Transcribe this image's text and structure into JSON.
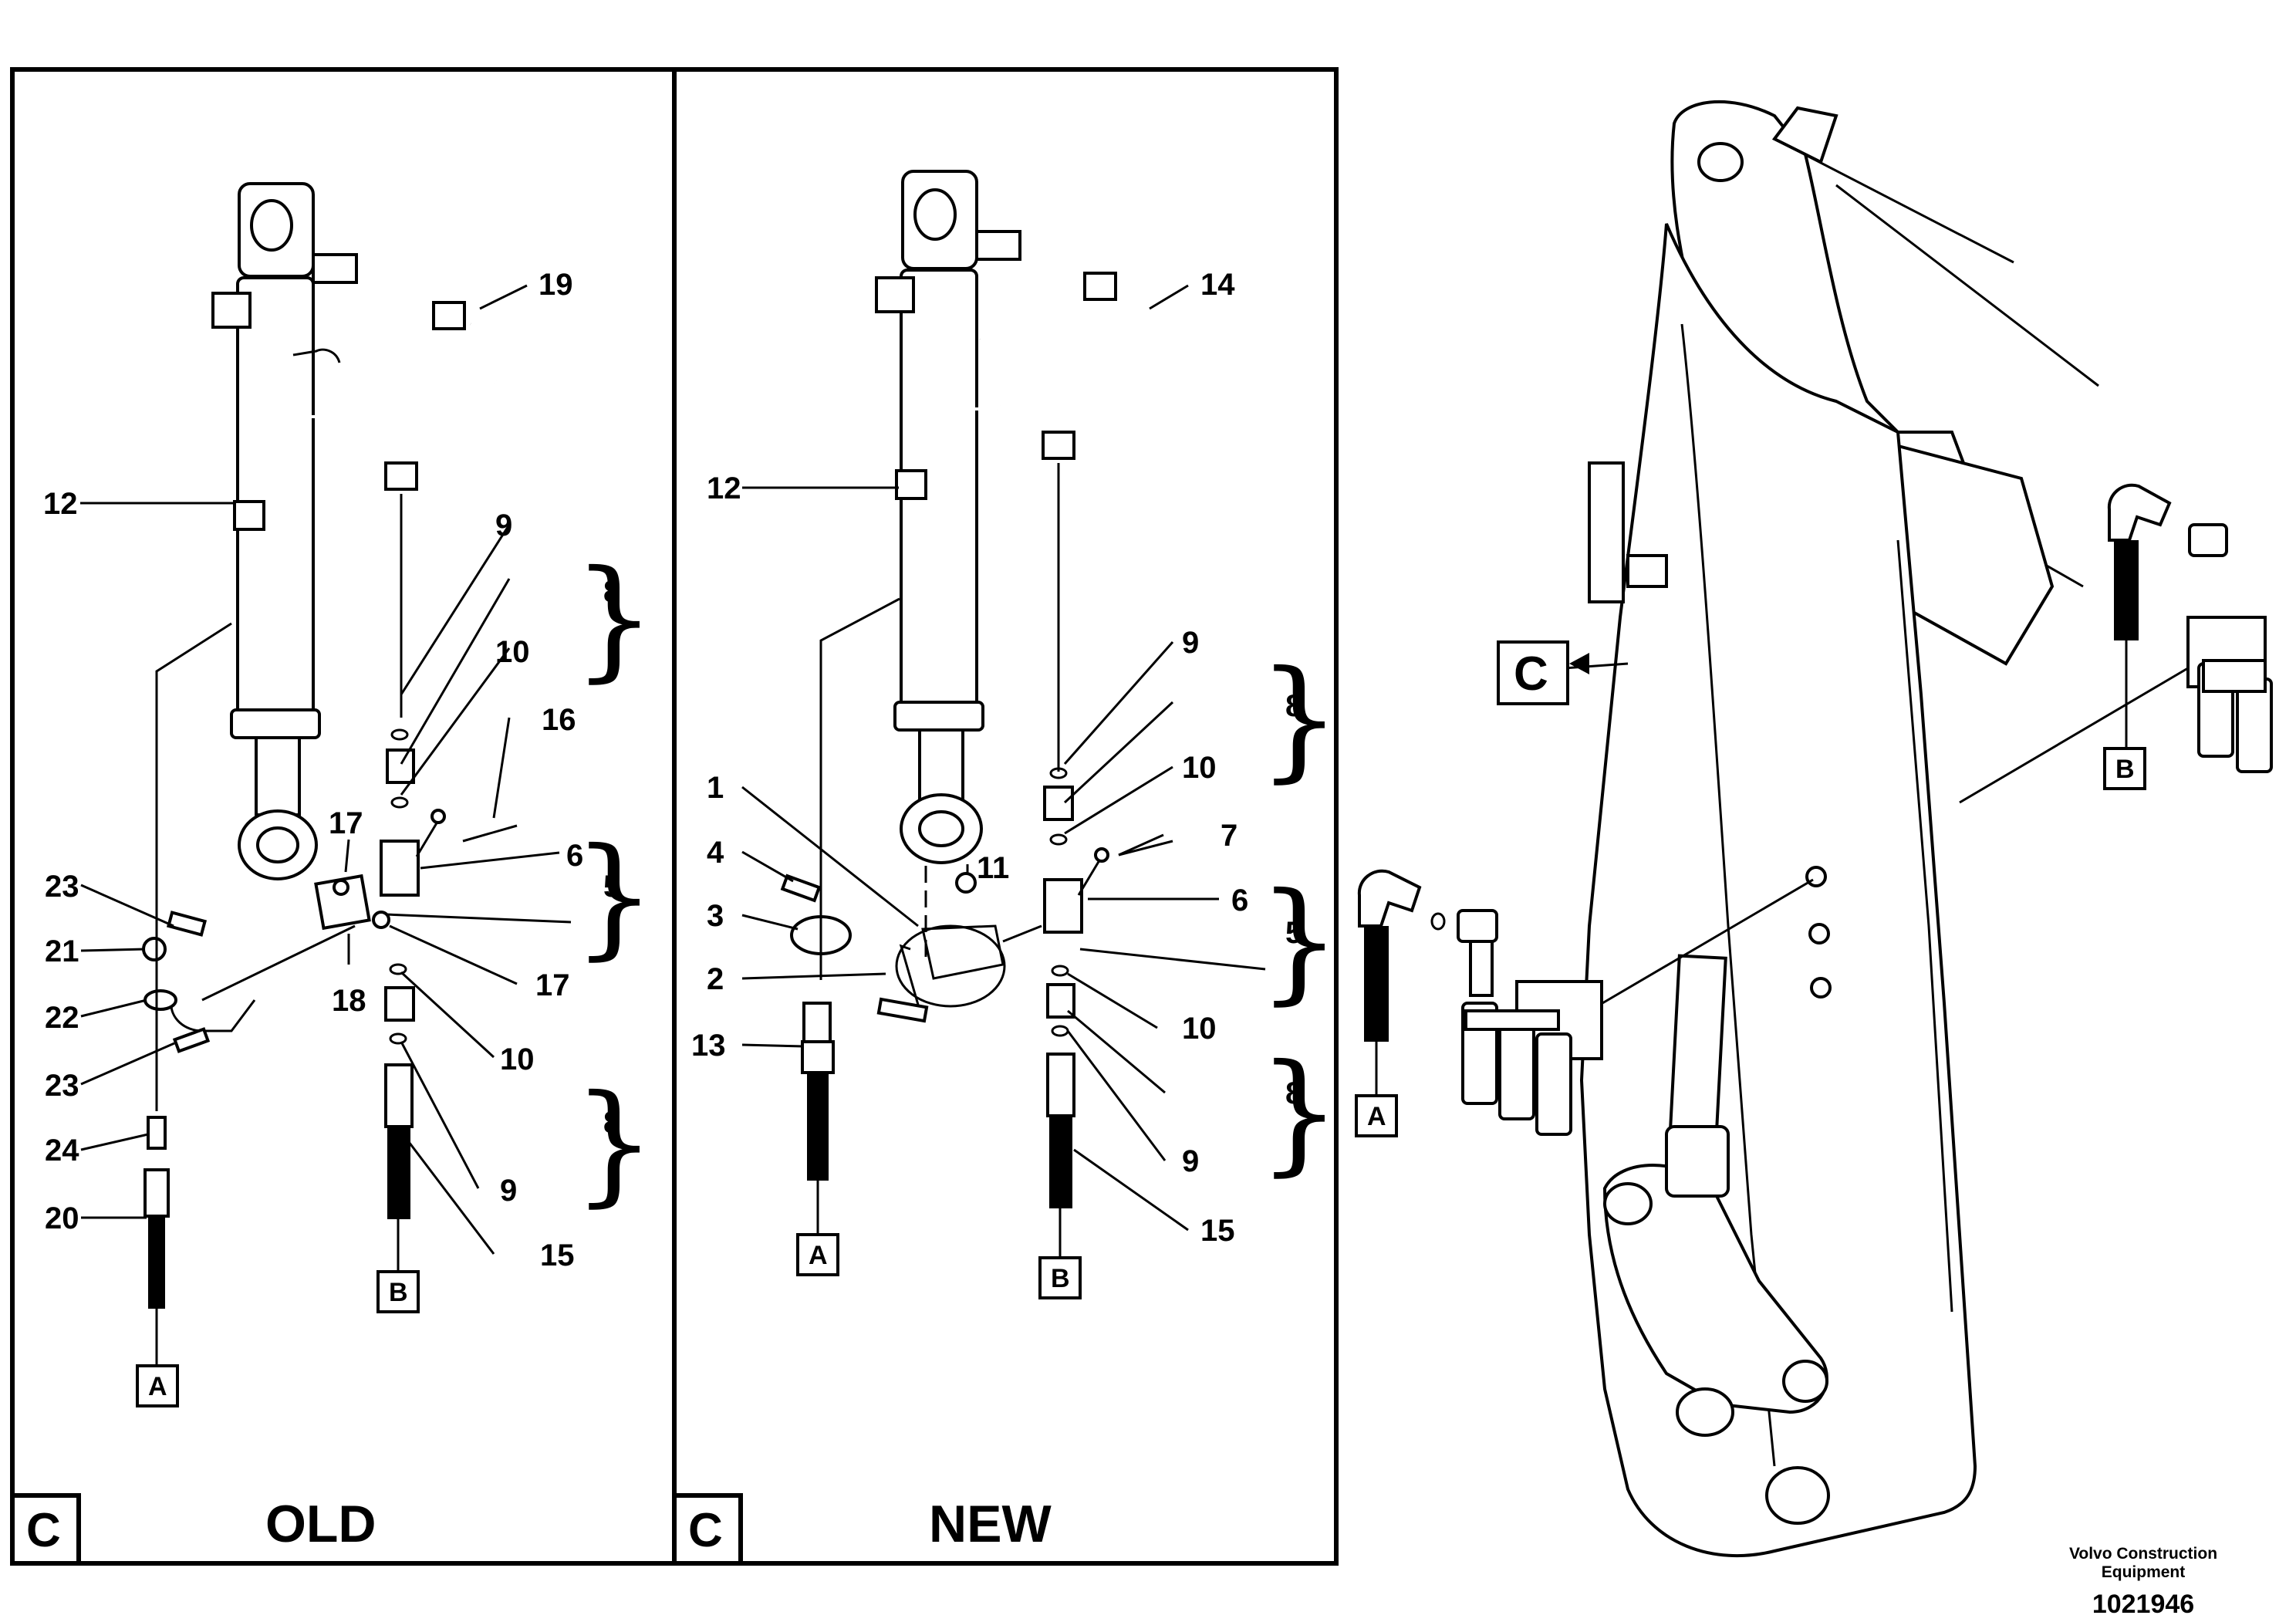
{
  "panels": {
    "old": {
      "title": "OLD",
      "section": "C"
    },
    "new": {
      "title": "NEW",
      "section": "C"
    }
  },
  "overview": {
    "section": "C"
  },
  "connectors": {
    "a": "A",
    "b": "B"
  },
  "callouts": {
    "c1": "1",
    "c2": "2",
    "c3": "3",
    "c4": "4",
    "c5": "5",
    "c6": "6",
    "c7": "7",
    "c8": "8",
    "c9": "9",
    "c10": "10",
    "c11": "11",
    "c12": "12",
    "c13": "13",
    "c14": "14",
    "c15": "15",
    "c16": "16",
    "c17": "17",
    "c18": "18",
    "c19": "19",
    "c20": "20",
    "c21": "21",
    "c22": "22",
    "c23": "23",
    "c24": "24"
  },
  "footer": {
    "brand_line1": "Volvo Construction",
    "brand_line2": "Equipment",
    "figure_number": "1021946"
  }
}
